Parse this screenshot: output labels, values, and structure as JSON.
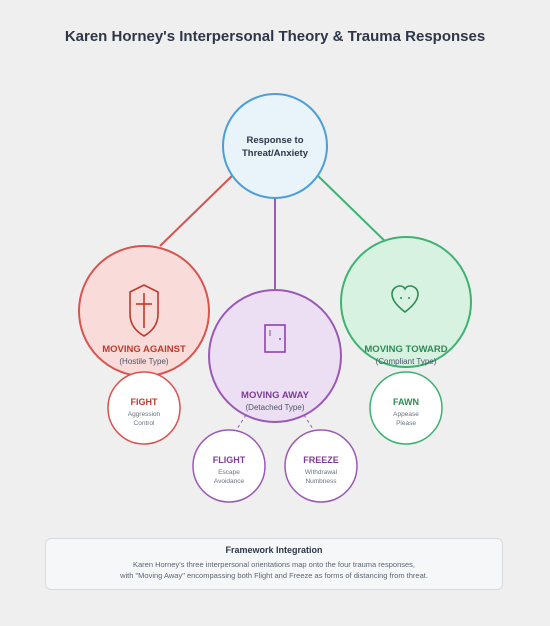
{
  "title": "Karen Horney's Interpersonal Theory & Trauma Responses",
  "root": {
    "line1": "Response to",
    "line2": "Threat/Anxiety"
  },
  "orientations": {
    "against": {
      "title": "MOVING AGAINST",
      "subtitle": "(Hostile Type)",
      "icon": "shield-cross-icon"
    },
    "away": {
      "title": "MOVING AWAY",
      "subtitle": "(Detached Type)",
      "icon": "door-icon"
    },
    "toward": {
      "title": "MOVING TOWARD",
      "subtitle": "(Compliant Type)",
      "icon": "heart-face-icon"
    }
  },
  "responses": {
    "fight": {
      "title": "FIGHT",
      "line1": "Aggression",
      "line2": "Control"
    },
    "flight": {
      "title": "FLIGHT",
      "line1": "Escape",
      "line2": "Avoidance"
    },
    "freeze": {
      "title": "FREEZE",
      "line1": "Withdrawal",
      "line2": "Numbness"
    },
    "fawn": {
      "title": "FAWN",
      "line1": "Appease",
      "line2": "Please"
    }
  },
  "integration": {
    "title": "Framework Integration",
    "line1": "Karen Horney's three interpersonal orientations map onto the four trauma responses,",
    "line2": "with \"Moving Away\" encompassing both Flight and Freeze as forms of distancing from threat."
  },
  "colors": {
    "against": "#d9534f",
    "away": "#9b59b6",
    "toward": "#3cb371",
    "root": "#4a9fd8"
  }
}
